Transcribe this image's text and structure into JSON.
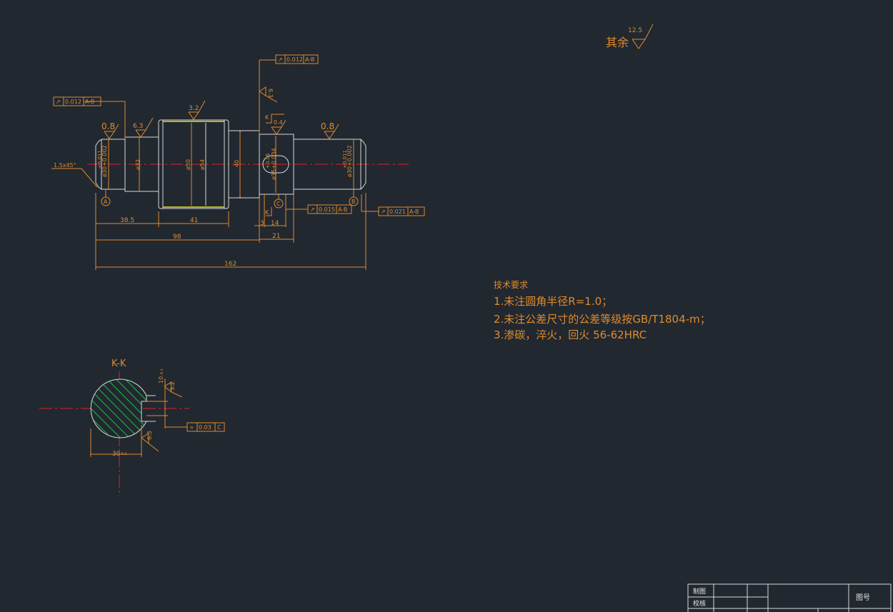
{
  "surface_roughness": {
    "general_label": "其余",
    "general_value": "12.5",
    "values": [
      "0.8",
      "6.3",
      "3.2",
      "0.4",
      "0.8",
      "6.3",
      "3.2",
      "6.3"
    ]
  },
  "geometric_tolerances": [
    {
      "symbol": "↗",
      "value": "0.012",
      "datum": "A-B"
    },
    {
      "symbol": "↗",
      "value": "0.012",
      "datum": "A-B"
    },
    {
      "symbol": "↗",
      "value": "0.015",
      "datum": "A-B"
    },
    {
      "symbol": "↗",
      "value": "0.021",
      "datum": "A-B"
    },
    {
      "symbol": "⌯",
      "value": "0.03",
      "datum": "C"
    }
  ],
  "dimensions": {
    "chamfer": "1.5x45°",
    "d1": "ø30+0.002",
    "d1_upper": "+0.011",
    "d2": "ø32",
    "d3": "ø50",
    "d4": "ø54",
    "d5": "40",
    "d6": "ø35+0.034",
    "d6_upper": "+0.05",
    "d7": "ø30+0.002",
    "d7_upper": "+0.011",
    "len1": "38.5",
    "len2": "41",
    "len3": "98",
    "len4": "162",
    "len5": "3",
    "len6": "14",
    "len7": "21",
    "sec_width": "30",
    "sec_width_tol": "-0.1",
    "sec_slot": "10",
    "sec_slot_tol": "-0.1"
  },
  "datum_labels": [
    "A",
    "B",
    "C"
  ],
  "section": {
    "marker": "K",
    "title": "K-K"
  },
  "tech_requirements": {
    "title": "技术要求",
    "items": [
      "1.未注圆角半径R=1.0；",
      "2.未注公差尺寸的公差等级按GB/T1804-m；",
      "3.渗碳，淬火，回火 56-62HRC"
    ]
  },
  "title_block": {
    "row1_label": "制图",
    "row2_label": "校核",
    "drawing_no_label": "图号"
  },
  "colors": {
    "background": "#212830",
    "outline": "#d8d8d8",
    "annotation": "#e08a2c",
    "centerline": "#e0202a",
    "thread": "#e8e020",
    "hatch": "#20c040"
  }
}
